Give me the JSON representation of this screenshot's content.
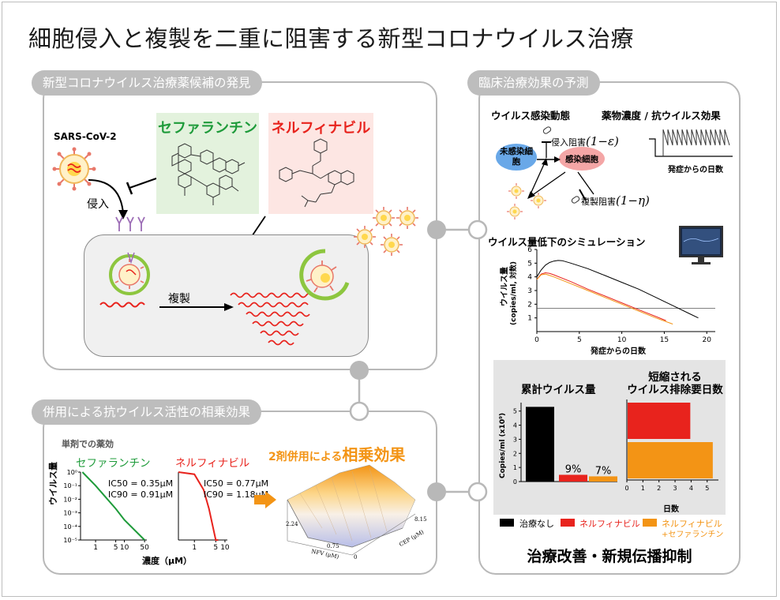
{
  "title": "細胞侵入と複製を二重に阻害する新型コロナウイルス治療",
  "panel_discovery": {
    "title": "新型コロナウイルス治療薬候補の発見",
    "virus_label": "SARS-CoV-2",
    "entry_label": "侵入",
    "replication_label": "複製",
    "drug1": "セファランチン",
    "drug2": "ネルフィナビル"
  },
  "panel_synergy": {
    "title": "併用による抗ウイルス活性の相乗効果",
    "single_label": "単剤での薬効",
    "drug1": "セファランチン",
    "drug2": "ネルフィナビル",
    "ylabel": "ウイルス量",
    "xlabel": "濃度（μM）",
    "cep_ic50": "IC50 = 0.35μM",
    "cep_ic90": "IC90 = 0.91μM",
    "nfv_ic50": "IC50 = 0.77μM",
    "nfv_ic90": "IC90 = 1.18μM",
    "combo_prefix": "2剤併用による",
    "combo_emph": "相乗効果",
    "surface_axis_x": "NFV (μM)",
    "surface_axis_y": "CEP (μM)",
    "surface_tick_a": "2.24",
    "surface_tick_b": "0.75",
    "surface_tick_c": "8.15",
    "surface_tick_d": "0"
  },
  "panel_clinical": {
    "title": "臨床治療効果の予測",
    "dynamics_label": "ウイルス感染動態",
    "pk_label": "薬物濃度 / 抗ウイルス効果",
    "uninfected": "未感染細胞",
    "infected": "感染細胞",
    "entry_block": "侵入阻害",
    "entry_formula": "(1−ε)",
    "rep_block": "複製阻害",
    "rep_formula": "(1−η)",
    "days_label": "発症からの日数",
    "sim_title": "ウイルス量低下のシミュレーション",
    "sim_ylabel": "ウイルス量",
    "sim_yunit": "(copies/ml, 対数)",
    "sim_xlabel": "発症からの日数",
    "cum_title": "累計ウイルス量",
    "dur_title_1": "短縮される",
    "dur_title_2": "ウイルス排除要日数",
    "cum_ylabel": "Copies/ml (x10⁹)",
    "dur_xlabel": "日数",
    "pct_nfv": "9%",
    "pct_combo": "7%",
    "legend_none": "治療なし",
    "legend_nfv": "ネルフィナビル",
    "legend_combo_1": "ネルフィナビル",
    "legend_combo_2": "+セファランチン",
    "conclusion": "治療改善・新規伝播抑制"
  },
  "colors": {
    "green": "#1e9b3a",
    "red": "#e8231d",
    "orange": "#f39415",
    "black": "#000000",
    "panel_border": "#b8b8b8"
  },
  "chart_data": [
    {
      "type": "line",
      "title": "ウイルス量低下のシミュレーション",
      "xlabel": "発症からの日数",
      "ylabel": "ウイルス量 (copies/ml, 対数)",
      "xlim": [
        0,
        21
      ],
      "ylim": [
        0,
        6
      ],
      "xticks": [
        0,
        5,
        10,
        15,
        20
      ],
      "yticks": [
        1,
        2,
        3,
        4,
        5,
        6
      ],
      "threshold": 1.7,
      "series": [
        {
          "color": "#000000",
          "x": [
            0,
            0.5,
            1,
            1.5,
            2,
            2.5,
            3,
            4,
            6,
            8,
            10,
            12,
            14,
            16,
            18,
            19
          ],
          "y": [
            4.0,
            4.5,
            4.85,
            5.05,
            5.15,
            5.2,
            5.18,
            5.0,
            4.6,
            4.1,
            3.6,
            3.1,
            2.5,
            1.9,
            1.3,
            1.0
          ]
        },
        {
          "color": "#e8231d",
          "x": [
            0,
            0.5,
            1,
            1.5,
            2,
            4,
            6,
            8,
            10,
            12,
            14,
            15.2
          ],
          "y": [
            3.8,
            4.2,
            4.3,
            4.25,
            4.15,
            3.65,
            3.1,
            2.6,
            2.1,
            1.6,
            1.1,
            0.8
          ]
        },
        {
          "color": "#f39415",
          "x": [
            0,
            0.5,
            1,
            1.5,
            2,
            4,
            6,
            8,
            10,
            12,
            14,
            16
          ],
          "y": [
            3.8,
            4.15,
            4.2,
            4.1,
            4.0,
            3.5,
            3.0,
            2.5,
            2.0,
            1.5,
            1.0,
            0.55
          ]
        }
      ]
    },
    {
      "type": "bar",
      "title": "累計ウイルス量",
      "ylabel": "Copies/ml (x10⁹)",
      "ylim": [
        0,
        5.6
      ],
      "yticks": [
        0,
        1,
        2,
        3,
        4,
        5
      ],
      "categories": [
        "治療なし",
        "ネルフィナビル",
        "ネルフィナビル+セファランチン"
      ],
      "values": [
        5.3,
        0.48,
        0.37
      ],
      "labels": [
        "",
        "9%",
        "7%"
      ],
      "colors": [
        "#000000",
        "#e8231d",
        "#f39415"
      ]
    },
    {
      "type": "bar",
      "orientation": "horizontal",
      "title": "短縮されるウイルス排除要日数",
      "xlabel": "日数",
      "xlim": [
        0,
        5.7
      ],
      "xticks": [
        0,
        1,
        2,
        3,
        4,
        5
      ],
      "categories": [
        "ネルフィナビル",
        "ネルフィナビル+セファランチン"
      ],
      "values": [
        3.9,
        5.3
      ],
      "colors": [
        "#e8231d",
        "#f39415"
      ]
    },
    {
      "type": "line",
      "title": "セファランチン",
      "ylabel": "ウイルス量",
      "xlabel": "濃度（μM）",
      "xscale": "log",
      "yscale": "log",
      "xticks": [
        1,
        5,
        10,
        50
      ],
      "yticks": [
        "10⁰",
        "10⁻¹",
        "10⁻²",
        "10⁻³",
        "10⁻⁴",
        "10⁻⁵"
      ],
      "series": [
        {
          "color": "#1e9b3a",
          "x": [
            0.35,
            1,
            5,
            10,
            50
          ],
          "y": [
            1,
            0.1,
            0.002,
            0.0003,
            1e-05
          ]
        }
      ]
    },
    {
      "type": "line",
      "title": "ネルフィナビル",
      "xscale": "log",
      "yscale": "log",
      "xticks": [
        1,
        5,
        10
      ],
      "series": [
        {
          "color": "#e8231d",
          "x": [
            0.3,
            1,
            2,
            3,
            5,
            6
          ],
          "y": [
            1,
            0.7,
            0.05,
            0.002,
            1e-05,
            5e-06
          ]
        }
      ]
    }
  ]
}
